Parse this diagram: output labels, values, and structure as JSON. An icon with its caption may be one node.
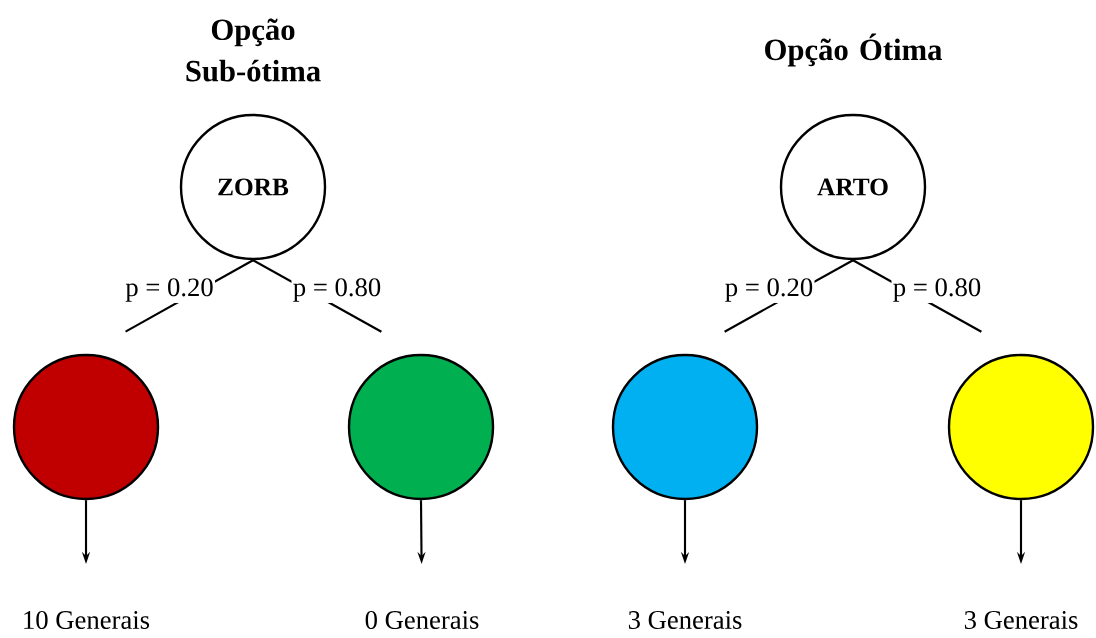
{
  "diagram": {
    "nodes": [
      {
        "text": [
          "ZORB"
        ]
      },
      {
        "text": [],
        "shape": "circle"
      },
      {
        "text": [],
        "shape": "circle"
      },
      {
        "text": [
          "ARTO"
        ]
      },
      {
        "text": [],
        "shape": "circle"
      },
      {
        "text": [],
        "shape": "circle"
      },
      {
        "text": [
          "10 Generais"
        ]
      },
      {
        "text": [
          "0 Generais"
        ]
      },
      {
        "text": [
          "3 Generais"
        ]
      },
      {
        "text": [
          "3 Generais"
        ]
      }
    ],
    "edges": [
      {
        "from": 0,
        "to": 1,
        "arrow": "none",
        "label": "p = 0.20"
      },
      {
        "from": 0,
        "to": 2,
        "arrow": "none",
        "label": "p = 0.80"
      },
      {
        "from": 3,
        "to": 4,
        "arrow": "none",
        "label": "p = 0.20"
      },
      {
        "from": 3,
        "to": 5,
        "arrow": "none",
        "label": "p = 0.80"
      },
      {
        "from": 1,
        "to": 6,
        "arrow": "to"
      },
      {
        "from": 2,
        "to": 7,
        "arrow": "to"
      },
      {
        "from": 4,
        "to": 8,
        "arrow": "to"
      },
      {
        "from": 5,
        "to": 9,
        "arrow": "to"
      }
    ],
    "labels": [
      "Opção Sub-ótima",
      "Opção Ótima"
    ]
  }
}
